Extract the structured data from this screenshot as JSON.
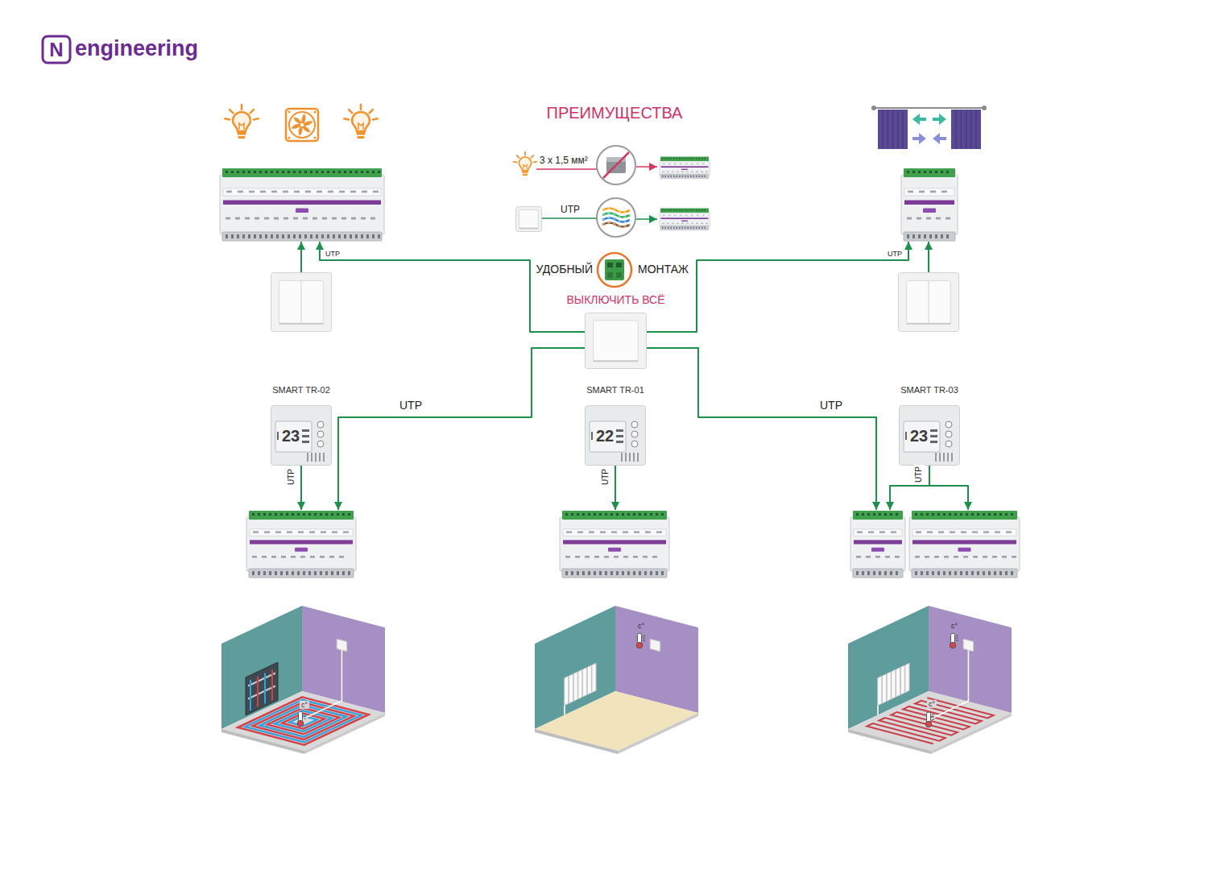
{
  "diagram": {
    "title": "ПРЕИМУЩЕСТВА",
    "nodes": [
      {
        "text": []
      },
      {
        "text": []
      },
      {
        "text": []
      },
      {
        "text": [
          "ВЫКЛЮЧИТЬ ВСЁ"
        ]
      },
      {
        "text": []
      },
      {
        "text": [
          "SMART TR-02"
        ]
      },
      {
        "text": [
          "SMART TR-01"
        ]
      },
      {
        "text": [
          "SMART TR-03"
        ]
      },
      {
        "text": []
      },
      {
        "text": []
      },
      {
        "text": []
      },
      {
        "text": []
      }
    ],
    "edges": [
      {
        "from": 3,
        "to": 0,
        "label": "UTP",
        "arrow": "to"
      },
      {
        "from": 3,
        "to": 1,
        "label": "UTP",
        "arrow": "to"
      },
      {
        "from": 2,
        "to": 0,
        "arrow": "to"
      },
      {
        "from": 4,
        "to": 1,
        "arrow": "to"
      },
      {
        "from": 3,
        "to": 8,
        "label": "UTP",
        "arrow": "to"
      },
      {
        "from": 3,
        "to": 10,
        "label": "UTP",
        "arrow": "to"
      },
      {
        "from": 5,
        "to": 8,
        "label": "UTP",
        "arrow": "to"
      },
      {
        "from": 6,
        "to": 9,
        "label": "UTP",
        "arrow": "to"
      },
      {
        "from": 7,
        "to": 10,
        "label": "UTP",
        "arrow": "to"
      },
      {
        "from": 7,
        "to": 11,
        "arrow": "to"
      }
    ],
    "labels": [
      "N",
      "engineering",
      "3 x 1,5 мм²",
      "UTP",
      "УДОБНЫЙ",
      "МОНТАЖ",
      "23",
      "22",
      "23",
      "c°",
      "c°",
      "c°",
      "c°"
    ]
  }
}
